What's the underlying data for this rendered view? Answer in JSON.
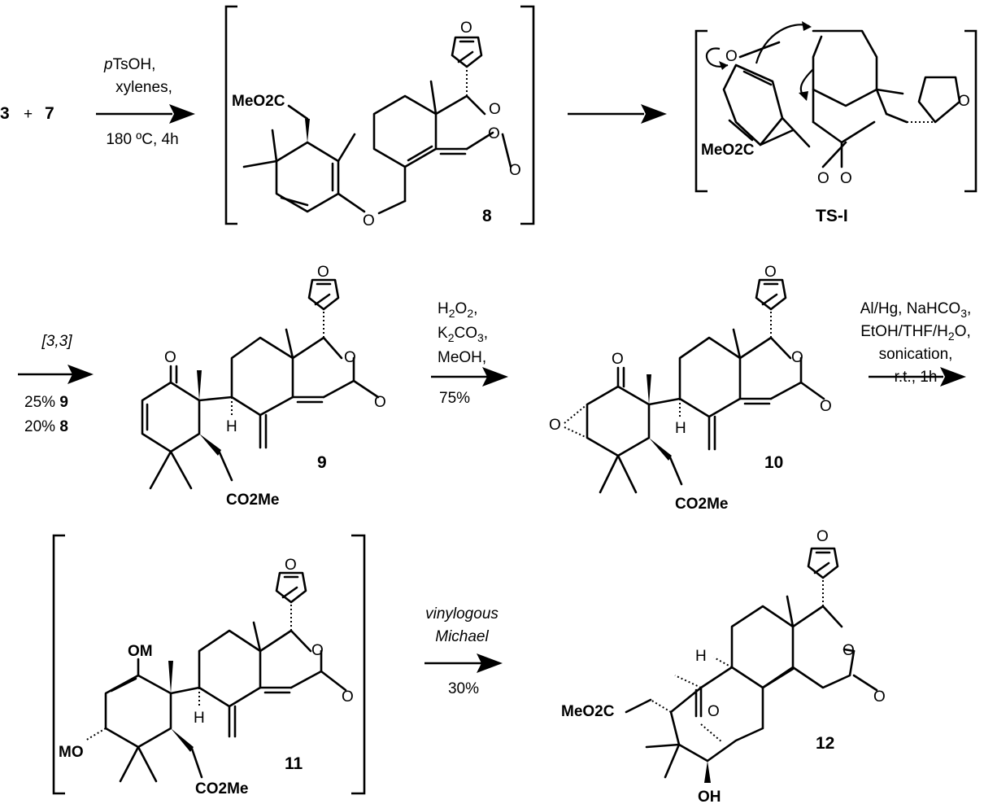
{
  "reactants": {
    "a": "3",
    "plus": "+",
    "b": "7"
  },
  "step1": {
    "line1_italic": "p",
    "line1_rest": "TsOH,",
    "line2": "xylenes,",
    "line3": "180 ºC, 4h"
  },
  "step2": {
    "line1": "[3,3]",
    "yield_a": "25%",
    "yield_a_cmpd": "9",
    "yield_b": "20%",
    "yield_b_cmpd": "8"
  },
  "step3": {
    "h2o2": "H2O2,",
    "k2co3": "K2CO3,",
    "meoh": "MeOH,",
    "yield": "75%"
  },
  "step4": {
    "line1": "Al/Hg, NaHCO3,",
    "line2": "EtOH/THF/H2O,",
    "line3": "sonication,",
    "line4": "r.t., 1h"
  },
  "step5": {
    "line1": "vinylogous",
    "line2": "Michael",
    "yield": "30%"
  },
  "labels": {
    "c8": "8",
    "ts": "TS-I",
    "c9": "9",
    "c10": "10",
    "c11": "11",
    "c12": "12"
  },
  "atoms": {
    "O": "O",
    "H": "H",
    "OM": "OM",
    "MO": "MO",
    "OH": "OH",
    "MeO2C": "MeO2C",
    "CO2Me": "CO2Me"
  }
}
